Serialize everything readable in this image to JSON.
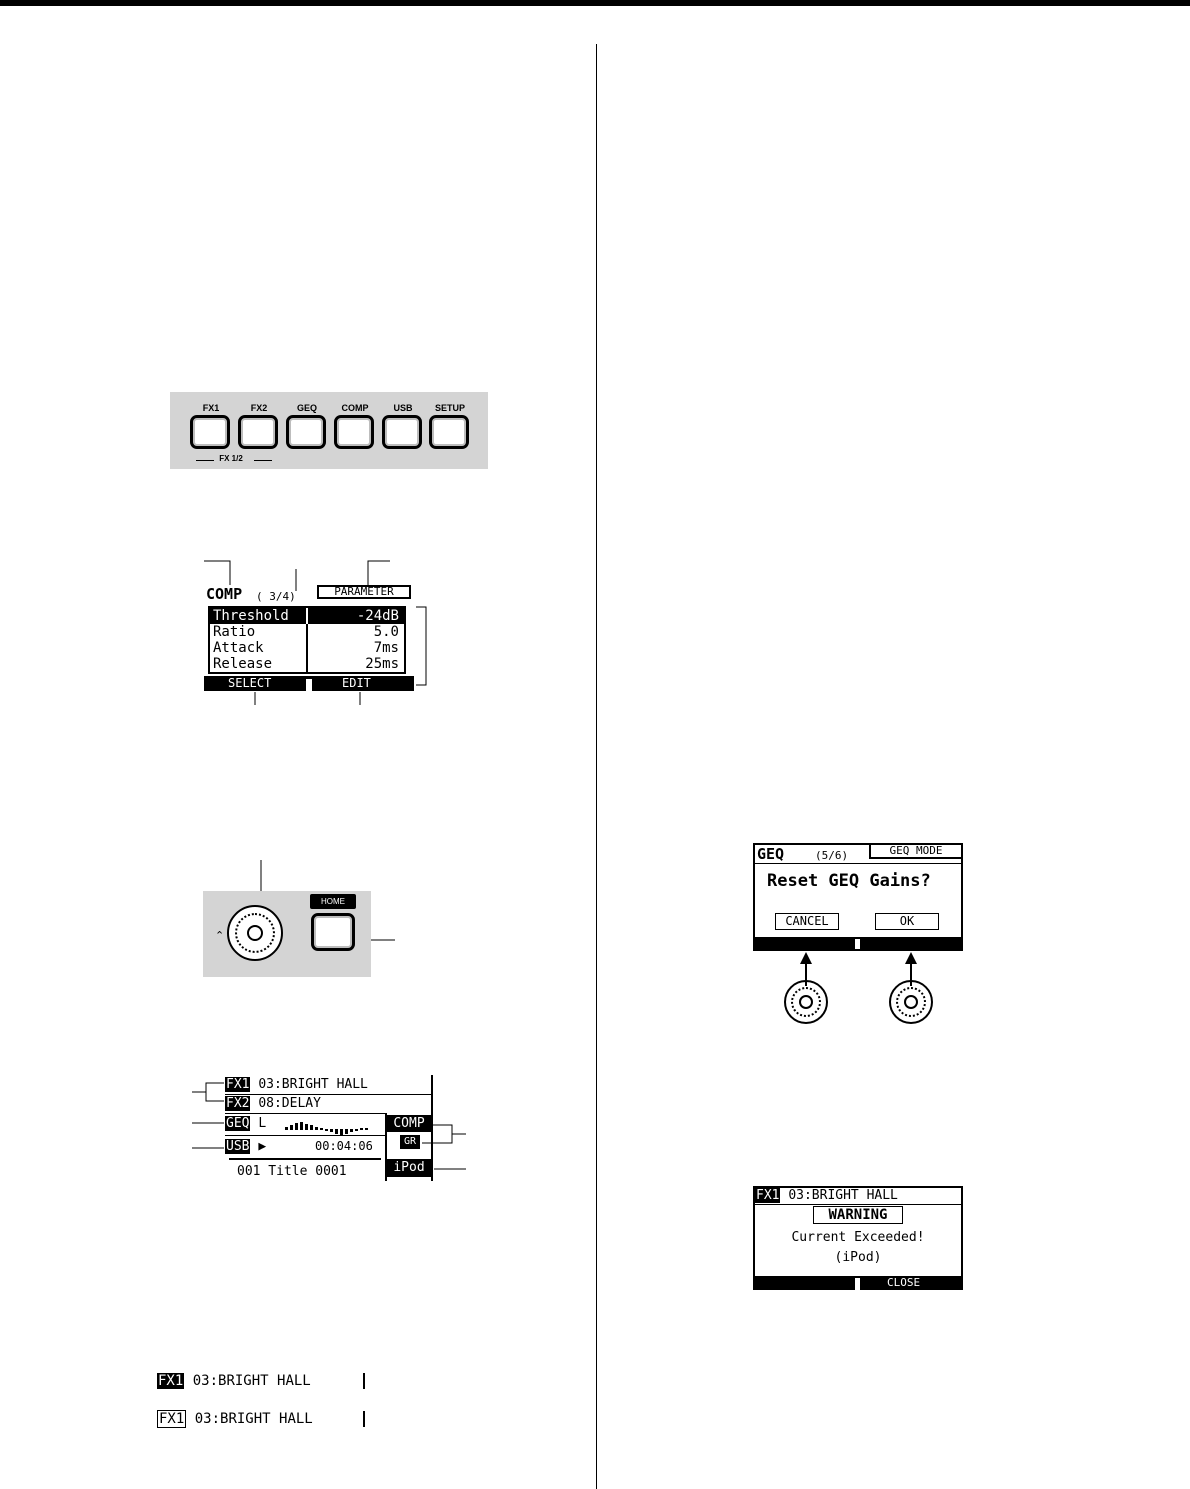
{
  "button_panel": {
    "buttons": [
      "FX1",
      "FX2",
      "GEQ",
      "COMP",
      "USB",
      "SETUP"
    ],
    "group_label": "FX 1/2"
  },
  "comp_screen": {
    "title": "COMP",
    "page": "( 3/4)",
    "mode": "PARAMETER",
    "rows": [
      {
        "name": "Threshold",
        "value": "-24dB"
      },
      {
        "name": "Ratio",
        "value": "5.0"
      },
      {
        "name": "Attack",
        "value": "7ms"
      },
      {
        "name": "Release",
        "value": "25ms"
      }
    ],
    "softkeys": [
      "SELECT",
      "EDIT"
    ]
  },
  "knob_panel": {
    "home_label": "HOME"
  },
  "home_screen": {
    "fx1_tag": "FX1",
    "fx1_value": "03:BRIGHT HALL",
    "fx2_tag": "FX2",
    "fx2_value": "08:DELAY",
    "geq_tag": "GEQ",
    "geq_channel": "L",
    "comp_tag": "COMP",
    "gr_tag": "GR",
    "usb_tag": "USB",
    "play_symbol": "▶",
    "time": "00:04:06",
    "track": "001 Title 0001",
    "ipod_tag": "iPod"
  },
  "geq_screen": {
    "title": "GEQ",
    "page": "(5/6)",
    "mode": "GEQ MODE",
    "message": "Reset GEQ Gains?",
    "cancel_label": "CANCEL",
    "ok_label": "OK"
  },
  "warning_screen": {
    "fx_tag": "FX1",
    "fx_value": "03:BRIGHT HALL",
    "title": "WARNING",
    "line1": "Current Exceeded!",
    "line2": "(iPod)",
    "close_label": "CLOSE"
  },
  "fx_strips": [
    {
      "tag": "FX1",
      "value": "03:BRIGHT HALL"
    },
    {
      "tag": "FX1",
      "value": "03:BRIGHT HALL"
    }
  ]
}
